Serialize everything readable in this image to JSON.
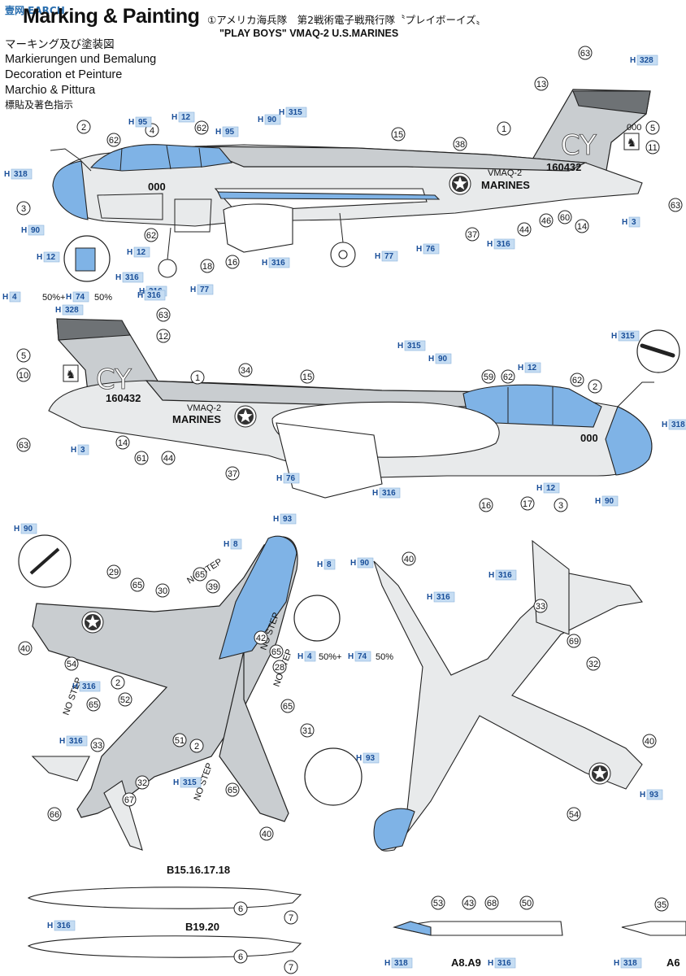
{
  "header": {
    "logo": "壹网 EARCH",
    "title": "Marking & Painting",
    "languages": [
      "マーキング及び塗装図",
      "Markierungen und Bemalung",
      "Decoration et Peinture",
      "Marchio & Pittura",
      "標貼及著色指示"
    ],
    "caption_jp": "①アメリカ海兵隊　第2戦術電子戦飛行隊〝プレイボーイズ〟",
    "caption_en": "\"PLAY BOYS\" VMAQ-2  U.S.MARINES"
  },
  "markings": {
    "tail_code": "CY",
    "serial": "160432",
    "unit": "VMAQ-2",
    "service": "MARINES",
    "modex": "000",
    "tail_small": "000"
  },
  "colors": {
    "H315": "#c9cdd0",
    "H316": "#e8eaeb",
    "H328": "#6e7275",
    "H318": "#7fb3e6",
    "H95": "#7fb3e6"
  },
  "mix_note": {
    "a": "H 4",
    "pa": "50%+",
    "b": "H 74",
    "pb": "50%"
  },
  "view1": {
    "callouts": [
      "63",
      "13",
      "5",
      "11",
      "2",
      "62",
      "4",
      "62",
      "1",
      "15",
      "38",
      "3",
      "62",
      "18",
      "16",
      "37",
      "44",
      "46",
      "60",
      "14",
      "63"
    ],
    "paint": [
      "H 328",
      "H 95",
      "H 12",
      "H 95",
      "H 90",
      "H 315",
      "H 318",
      "H 90",
      "H 12",
      "H 316",
      "H 316",
      "H 77",
      "H 316",
      "H 12",
      "H 316",
      "H 77",
      "H 76",
      "H 316",
      "H 3"
    ]
  },
  "view2": {
    "callouts": [
      "63",
      "12",
      "5",
      "10",
      "1",
      "34",
      "15",
      "59",
      "62",
      "62",
      "2",
      "63",
      "14",
      "61",
      "44",
      "37",
      "16",
      "17",
      "3"
    ],
    "paint": [
      "H 328",
      "H 315",
      "H 90",
      "H 12",
      "H 3",
      "H 76",
      "H 316",
      "H 12",
      "H 90",
      "H 318",
      "H 315"
    ]
  },
  "view3": {
    "callouts": [
      "29",
      "65",
      "30",
      "65",
      "39",
      "40",
      "54",
      "2",
      "52",
      "65",
      "42",
      "65",
      "28",
      "65",
      "31",
      "33",
      "51",
      "2",
      "65",
      "66",
      "67",
      "32",
      "40"
    ],
    "paint": [
      "H 90",
      "H 93",
      "H 8",
      "H 8",
      "H 316",
      "H 316",
      "H 315",
      "H 93"
    ],
    "stencils": [
      "NO STEP",
      "NO STEP",
      "NO STEP",
      "NO STEP",
      "NO STEP"
    ]
  },
  "view4": {
    "callouts": [
      "40",
      "33",
      "69",
      "32",
      "40",
      "54"
    ],
    "paint": [
      "H 90",
      "H 316",
      "H 316",
      "H 93"
    ]
  },
  "pods": {
    "b1_title": "B15.16.17.18",
    "b2_title": "B19.20",
    "a_title": "A8.A9",
    "a6_title": "A6",
    "callouts": [
      "6",
      "7",
      "6",
      "7",
      "53",
      "43",
      "68",
      "50",
      "35"
    ],
    "paint": [
      "H 316",
      "H 318",
      "H 316",
      "H 318"
    ]
  }
}
